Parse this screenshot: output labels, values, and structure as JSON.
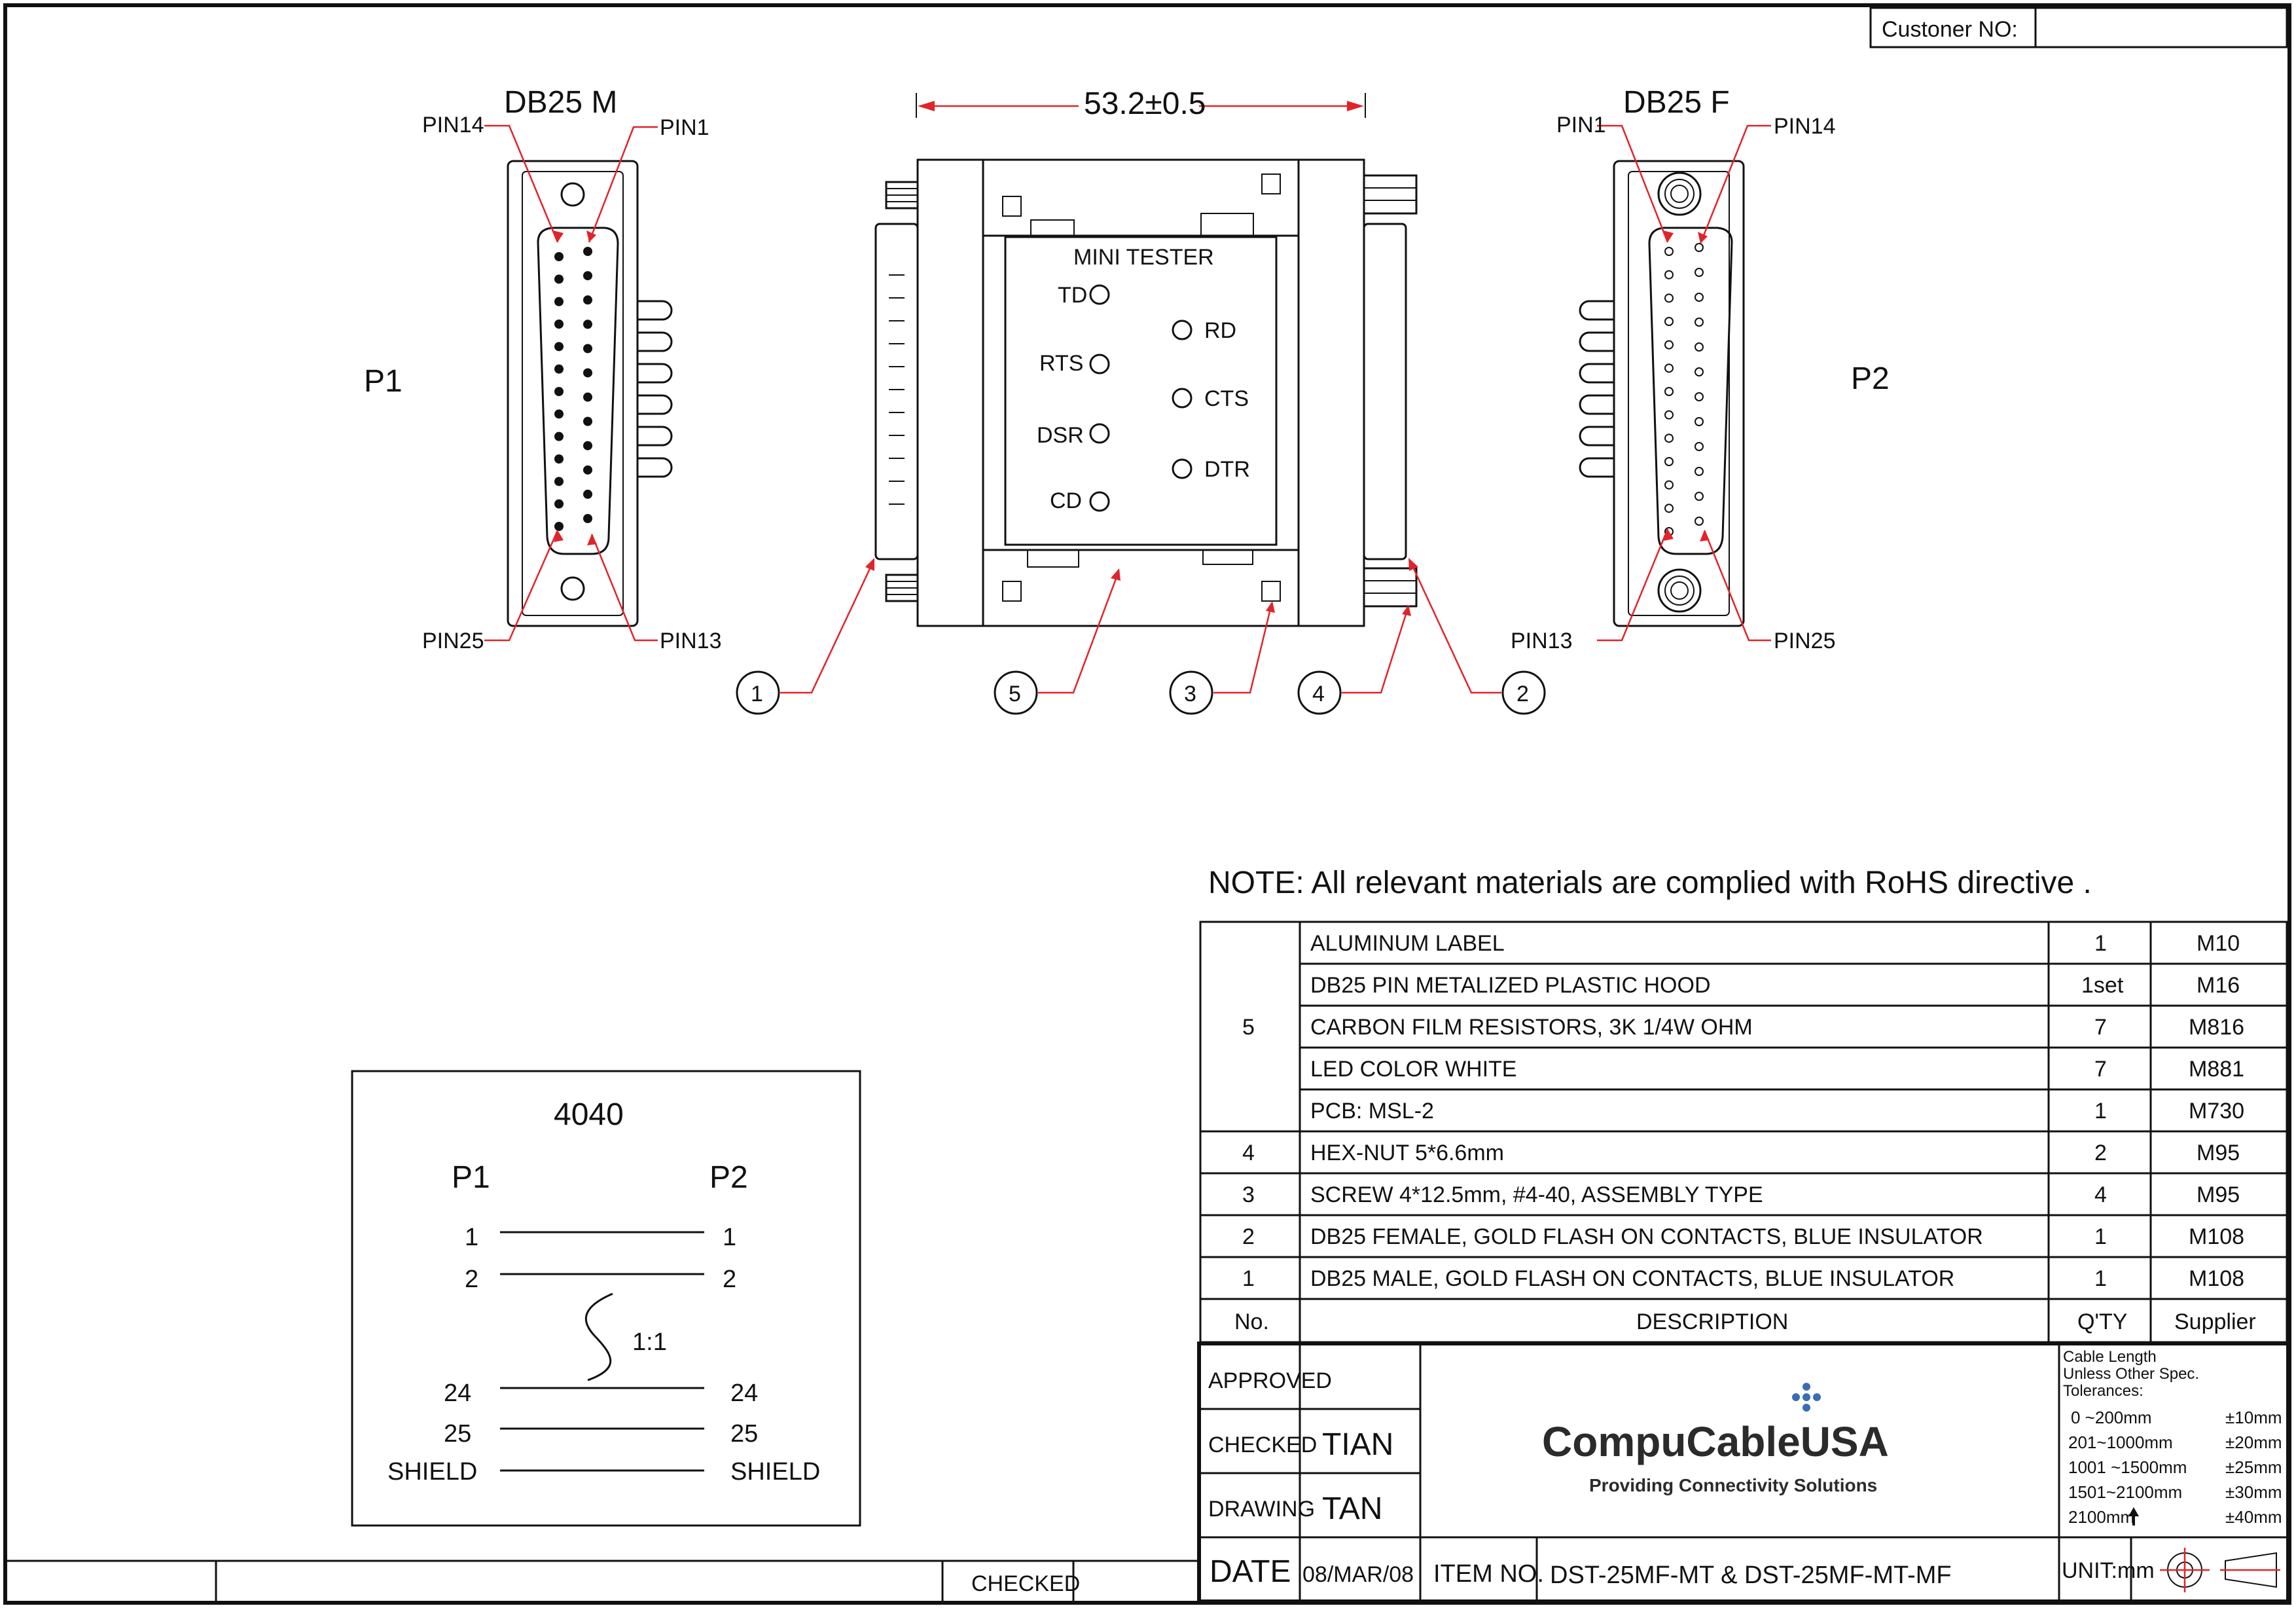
{
  "header": {
    "customer_label": "Custoner NO:",
    "customer_value": ""
  },
  "connectors": {
    "p1": {
      "title": "DB25 M",
      "tag": "P1",
      "pin14": "PIN14",
      "pin1": "PIN1",
      "pin25": "PIN25",
      "pin13": "PIN13"
    },
    "p2": {
      "title": "DB25 F",
      "tag": "P2",
      "pin1": "PIN1",
      "pin14": "PIN14",
      "pin13": "PIN13",
      "pin25": "PIN25"
    }
  },
  "tester": {
    "dimension": "53.2±0.5",
    "title": "MINI TESTER",
    "leds": [
      "TD",
      "RD",
      "RTS",
      "CTS",
      "DSR",
      "DTR",
      "CD"
    ]
  },
  "callouts": [
    "1",
    "5",
    "3",
    "4",
    "2"
  ],
  "wiring": {
    "title": "4040",
    "left_header": "P1",
    "right_header": "P2",
    "rows": [
      {
        "left": "1",
        "right": "1"
      },
      {
        "left": "2",
        "right": "2"
      },
      {
        "left": "24",
        "right": "24"
      },
      {
        "left": "25",
        "right": "25"
      },
      {
        "left": "SHIELD",
        "right": "SHIELD"
      }
    ],
    "ratio": "1:1"
  },
  "note": "NOTE: All relevant materials are complied with RoHS directive .",
  "bom": {
    "rows": [
      {
        "no": "5",
        "description": "ALUMINUM LABEL",
        "qty": "1",
        "supplier": "M10"
      },
      {
        "no": "",
        "description": "DB25 PIN METALIZED PLASTIC HOOD",
        "qty": "1set",
        "supplier": "M16"
      },
      {
        "no": "",
        "description": "CARBON FILM RESISTORS, 3K 1/4W OHM",
        "qty": "7",
        "supplier": "M816"
      },
      {
        "no": "",
        "description": "LED COLOR WHITE",
        "qty": "7",
        "supplier": "M881"
      },
      {
        "no": "",
        "description": "PCB: MSL-2",
        "qty": "1",
        "supplier": "M730"
      },
      {
        "no": "4",
        "description": "HEX-NUT 5*6.6mm",
        "qty": "2",
        "supplier": "M95"
      },
      {
        "no": "3",
        "description": "SCREW 4*12.5mm, #4-40, ASSEMBLY TYPE",
        "qty": "4",
        "supplier": "M95"
      },
      {
        "no": "2",
        "description": "DB25 FEMALE, GOLD FLASH ON CONTACTS, BLUE INSULATOR",
        "qty": "1",
        "supplier": "M108"
      },
      {
        "no": "1",
        "description": "DB25 MALE, GOLD FLASH ON CONTACTS, BLUE INSULATOR",
        "qty": "1",
        "supplier": "M108"
      }
    ],
    "header": {
      "no": "No.",
      "description": "DESCRIPTION",
      "qty": "Q'TY",
      "supplier": "Supplier"
    }
  },
  "title_block": {
    "approved_label": "APPROVED",
    "approved_value": "",
    "checked_label": "CHECKED",
    "checked_value": "TIAN",
    "drawing_label": "DRAWING",
    "drawing_value": "TAN",
    "date_label": "DATE",
    "date_value": "08/MAR/08",
    "item_label": "ITEM NO.",
    "item_value": "DST-25MF-MT & DST-25MF-MT-MF",
    "unit_label": "UNIT:mm",
    "logo_text": "CompuCableUSA",
    "logo_tagline": "Providing Connectivity Solutions",
    "tolerance_header": [
      "Cable Length",
      "Unless Other Spec.",
      "Tolerances:"
    ],
    "tolerances": [
      {
        "range": "0 ~200mm",
        "tol": "±10mm"
      },
      {
        "range": "201~1000mm",
        "tol": "±20mm"
      },
      {
        "range": "1001 ~1500mm",
        "tol": "±25mm"
      },
      {
        "range": "1501~2100mm",
        "tol": "±30mm"
      },
      {
        "range": "2100mm",
        "tol": "±40mm"
      }
    ]
  },
  "footer": {
    "checked": "CHECKED"
  },
  "colors": {
    "leader": "#e0242a",
    "logo_dark": "#2b2b2b",
    "logo_blue": "#3a6db5"
  }
}
